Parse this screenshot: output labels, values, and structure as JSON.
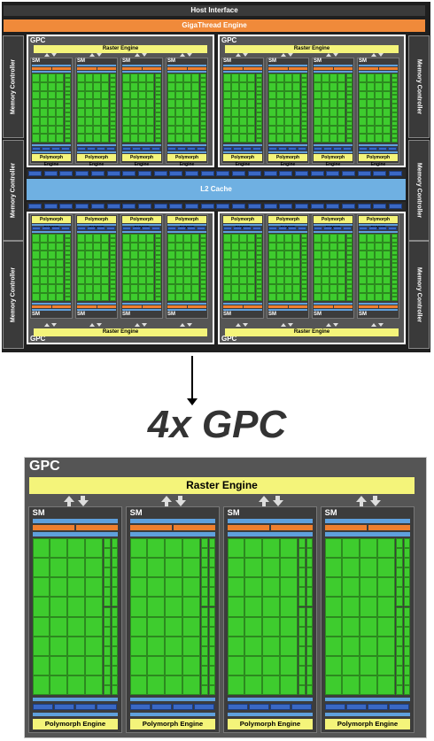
{
  "die": {
    "host_interface": "Host Interface",
    "gigathread": "GigaThread Engine",
    "l2_cache": "L2 Cache",
    "memory_controller": "Memory Controller",
    "gpc_label": "GPC",
    "raster_engine": "Raster Engine",
    "sm_label": "SM",
    "polymorph_engine": "Polymorph Engine"
  },
  "caption": "4x GPC",
  "detail": {
    "gpc_label": "GPC",
    "raster_engine": "Raster Engine",
    "sm_label": "SM",
    "polymorph_engine": "Polymorph Engine"
  },
  "colors": {
    "core_green": "#3ecc2e",
    "raster_yellow": "#f4f47a",
    "accent_orange": "#ef7f2e",
    "cache_blue": "#6fb0e2",
    "background_gray": "#555555"
  }
}
